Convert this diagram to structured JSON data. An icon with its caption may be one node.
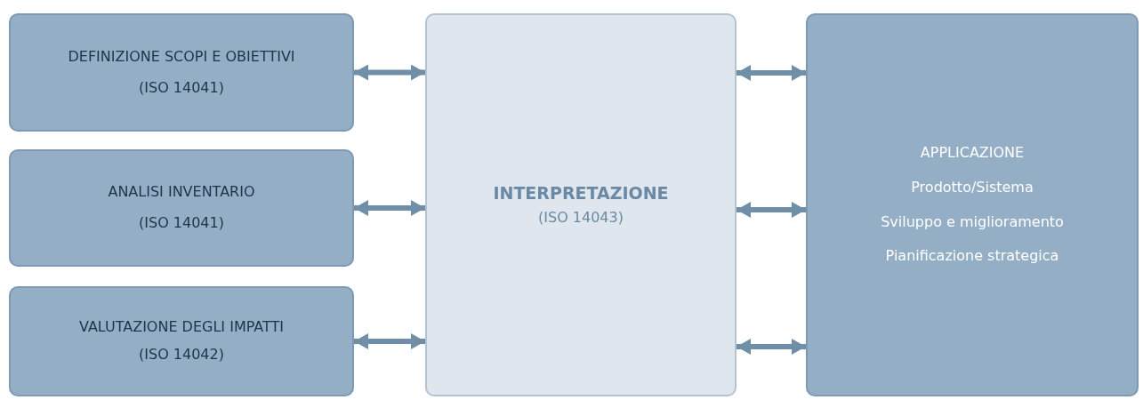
{
  "diagram": {
    "nodes": [
      {
        "text": [
          "DEFINIZIONE SCOPI E OBIETTIVI",
          "(ISO 14041)"
        ]
      },
      {
        "text": [
          "ANALISI INVENTARIO",
          "(ISO 14041)"
        ]
      },
      {
        "text": [
          "VALUTAZIONE DEGLI IMPATTI",
          "(ISO 14042)"
        ]
      },
      {
        "text": [
          "INTERPRETAZIONE",
          "(ISO 14043)"
        ]
      },
      {
        "text": [
          "APPLICAZIONE",
          "Prodotto/Sistema",
          "Sviluppo e miglioramento",
          "Pianificazione strategica"
        ]
      }
    ],
    "edges": [
      {
        "from": 0,
        "to": 3,
        "arrow": "both"
      },
      {
        "from": 1,
        "to": 3,
        "arrow": "both"
      },
      {
        "from": 2,
        "to": 3,
        "arrow": "both"
      },
      {
        "from": 3,
        "to": 4,
        "arrow": "both"
      },
      {
        "from": 3,
        "to": 4,
        "arrow": "both"
      },
      {
        "from": 3,
        "to": 4,
        "arrow": "both"
      }
    ]
  }
}
